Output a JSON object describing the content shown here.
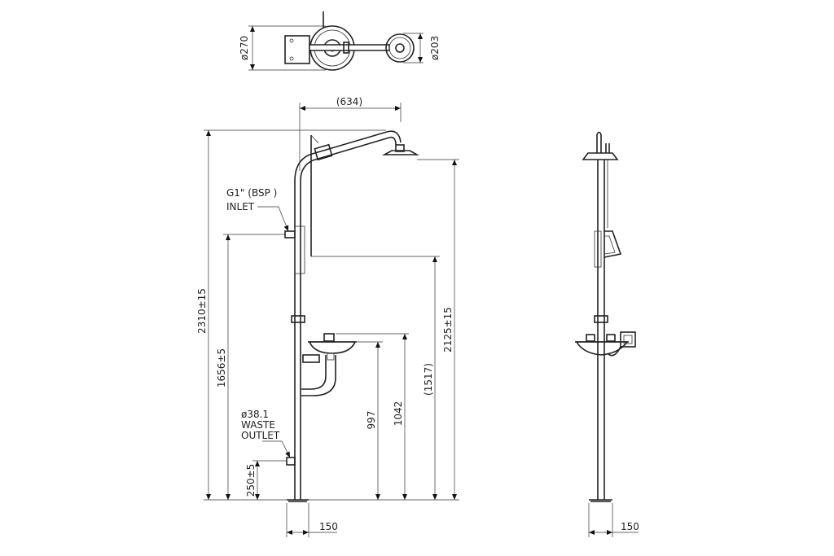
{
  "labels": {
    "dia_270": "ø270",
    "dia_203": "ø203",
    "reach_634": "(634)",
    "inlet_line1": "G1\" (BSP )",
    "inlet_line2": "INLET",
    "waste_line1": "ø38.1",
    "waste_line2": "WASTE",
    "waste_line3": "OUTLET",
    "height_2310": "2310±15",
    "height_1656": "1656±5",
    "height_250": "250±5",
    "height_997": "997",
    "height_1042": "1042",
    "height_1517": "(1517)",
    "height_2125": "2125±15",
    "base_front": "150",
    "base_side": "150"
  }
}
